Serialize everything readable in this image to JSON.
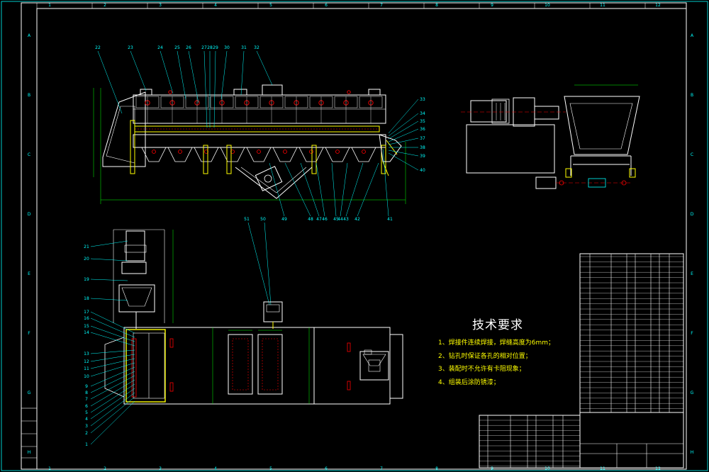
{
  "drawing": {
    "border_columns": [
      "1",
      "2",
      "3",
      "4",
      "5",
      "6",
      "7",
      "8",
      "9",
      "10",
      "11",
      "12"
    ],
    "border_rows": [
      "A",
      "B",
      "C",
      "D",
      "E",
      "F",
      "G",
      "H"
    ],
    "tech_requirements": {
      "title": "技术要求",
      "items": [
        "1、焊接件连续焊接，焊缝高度为6mm；",
        "2、钻孔时保证各孔的相对位置；",
        "3、装配时不允许有卡阻现象；",
        "4、组装后涂防锈漆；"
      ]
    },
    "part_callouts_top": [
      "22",
      "23",
      "24",
      "25",
      "26",
      "27",
      "28",
      "29",
      "30",
      "31",
      "32"
    ],
    "part_callouts_right": [
      "33",
      "34",
      "35",
      "36",
      "37",
      "38",
      "39",
      "40",
      "41"
    ],
    "part_callouts_bottom": [
      "49",
      "48",
      "47",
      "46",
      "45",
      "44",
      "43",
      "42"
    ],
    "part_callouts_plan": [
      "21",
      "20",
      "19",
      "18",
      "17",
      "16",
      "15",
      "14",
      "13",
      "12",
      "11",
      "10",
      "9",
      "8",
      "7",
      "6",
      "5",
      "4",
      "3",
      "2",
      "1"
    ],
    "motor_callouts": [
      "51",
      "50"
    ],
    "colors": {
      "background": "#000000",
      "frame": "#ffffff",
      "border": "#00ffff",
      "outline": "#ffffff",
      "leader": "#00ffff",
      "detail": "#ff0000",
      "accent": "#ffff00",
      "dimension": "#00ff00",
      "table_line": "#00ff00"
    }
  }
}
